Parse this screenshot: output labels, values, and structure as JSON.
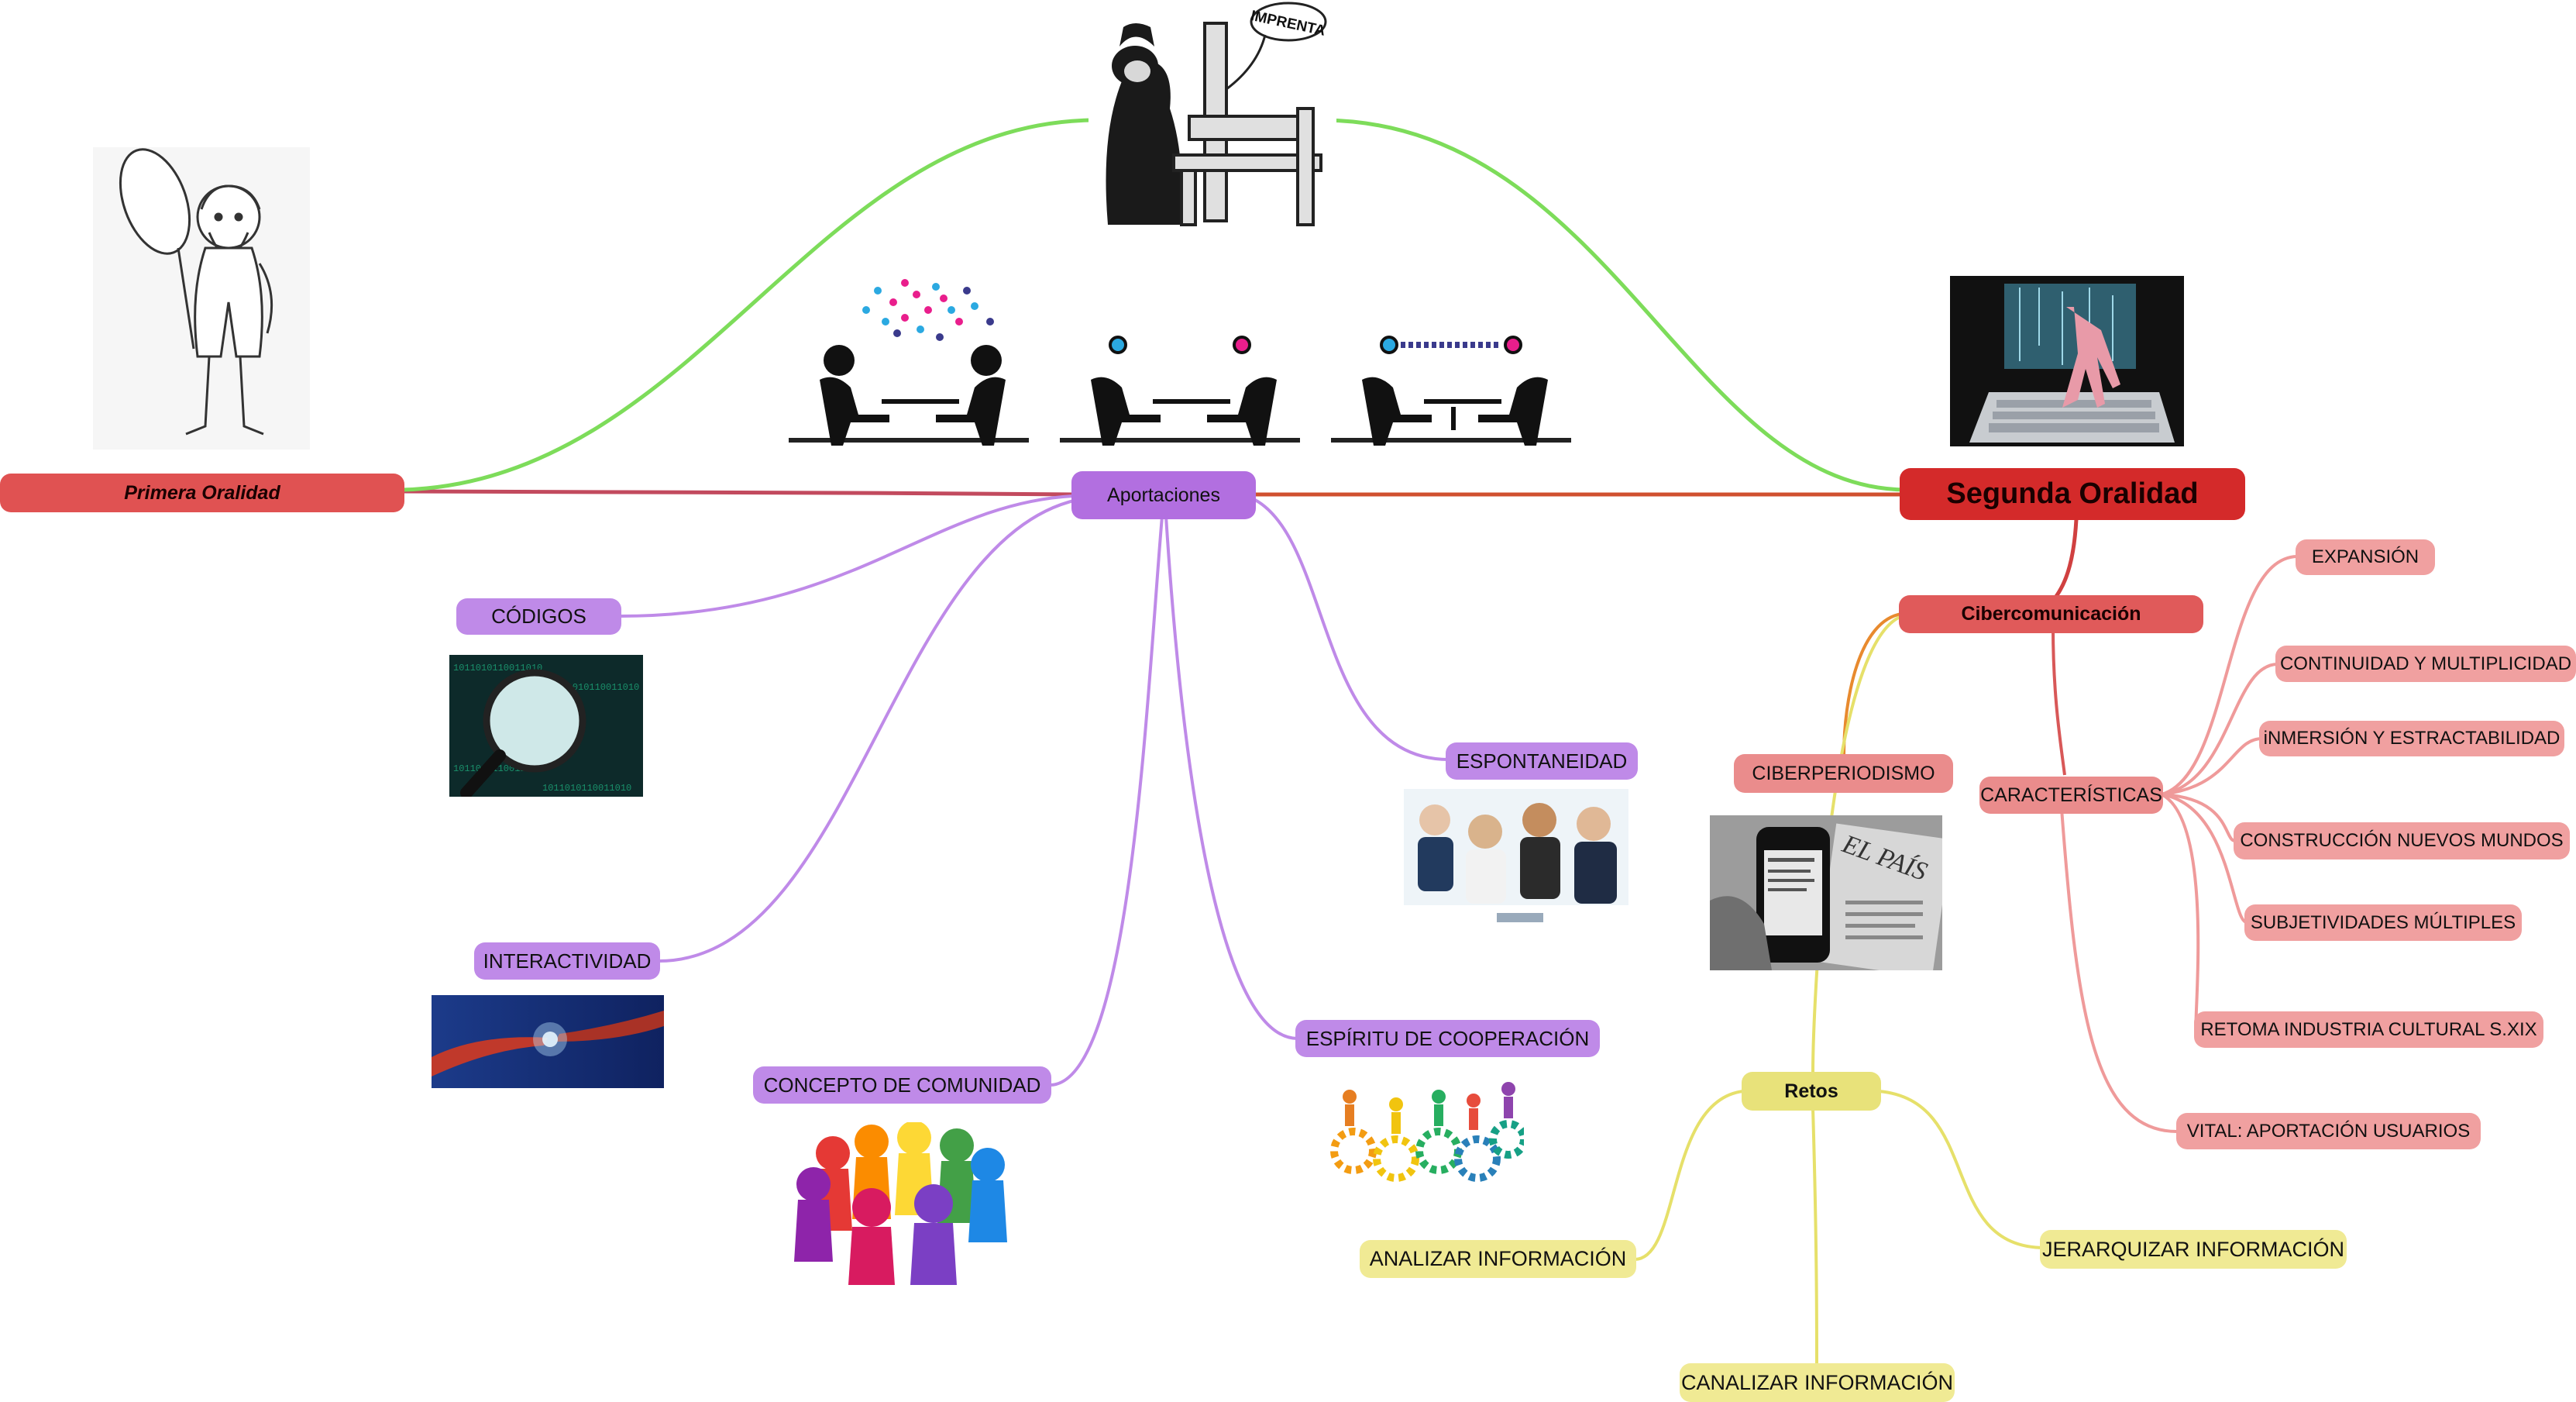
{
  "central": {
    "primera": "Primera Oralidad",
    "aportaciones": "Aportaciones",
    "segunda": "Segunda Oralidad"
  },
  "aportaciones_items": {
    "codigos": "CÓDIGOS",
    "interactividad": "INTERACTIVIDAD",
    "concepto": "CONCEPTO DE COMUNIDAD",
    "espontaneidad": "ESPONTANEIDAD",
    "espiritu": "ESPÍRITU DE COOPERACIÓN"
  },
  "segunda_items": {
    "cibercomunicacion": "Cibercomunicación",
    "ciberperiodismo": "CIBERPERIODISMO",
    "caracteristicas": "CARACTERÍSTICAS",
    "retos": "Retos"
  },
  "caracteristicas_list": {
    "expansion": "EXPANSIÓN",
    "continuidad": "CONTINUIDAD Y MULTIPLICIDAD",
    "inmersion": "iNMERSIÓN Y ESTRACTABILIDAD",
    "construccion": "CONSTRUCCIÓN NUEVOS MUNDOS",
    "subjetividades": "SUBJETIVIDADES MÚLTIPLES",
    "retoma": "RETOMA INDUSTRIA CULTURAL S.XIX",
    "vital": "VITAL: APORTACIÓN USUARIOS"
  },
  "retos_list": {
    "analizar": "ANALIZAR INFORMACIÓN",
    "canalizar": "CANALIZAR INFORMACIÓN",
    "jerarquizar": "JERARQUIZAR INFORMACIÓN"
  },
  "image_text": {
    "imprenta": "IMPRENTA",
    "el_pais": "EL PAÍS",
    "binary": "1011010110011010"
  },
  "colors": {
    "main_red": "#d42a2a",
    "link_red": "#c85050",
    "link_green": "#7ddc5a",
    "purple": "#bf8ae8",
    "pink": "#f0a0a0",
    "yellow": "#f0ea94"
  }
}
